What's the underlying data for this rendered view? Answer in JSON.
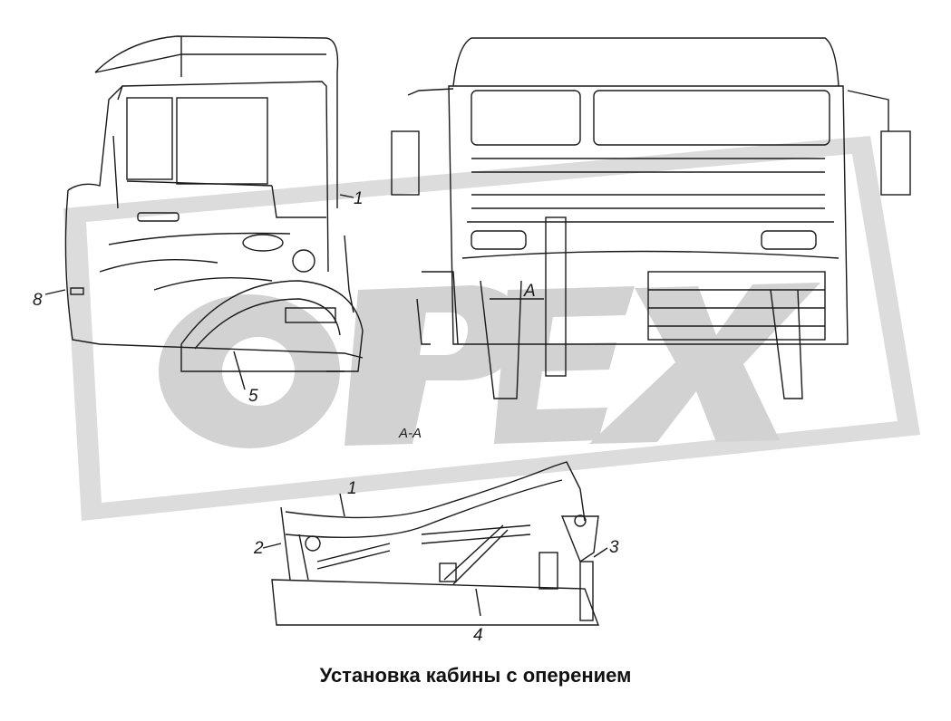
{
  "watermark": {
    "text": "OPEX",
    "color": "#d4d4d4"
  },
  "callouts": {
    "side_1": "1",
    "side_5": "5",
    "side_8": "8",
    "front_A": "A",
    "section_AA": "A-A",
    "detail_1": "1",
    "detail_2": "2",
    "detail_3": "3",
    "detail_4": "4"
  },
  "caption": "Установка кабины с оперением"
}
